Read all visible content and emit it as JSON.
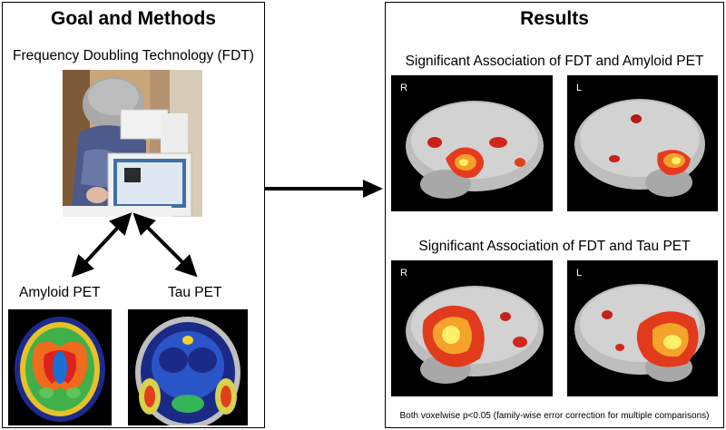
{
  "left": {
    "title": "Goal and Methods",
    "fdt_label": "Frequency Doubling Technology (FDT)",
    "amyloid_label": "Amyloid PET",
    "tau_label": "Tau PET"
  },
  "right": {
    "title": "Results",
    "amyloid_heading": "Significant Association of FDT and Amyloid PET",
    "tau_heading": "Significant Association of FDT and Tau PET",
    "side_r": "R",
    "side_l": "L",
    "footnote": "Both voxelwise p<0.05 (family-wise error correction for multiple comparisons)"
  }
}
